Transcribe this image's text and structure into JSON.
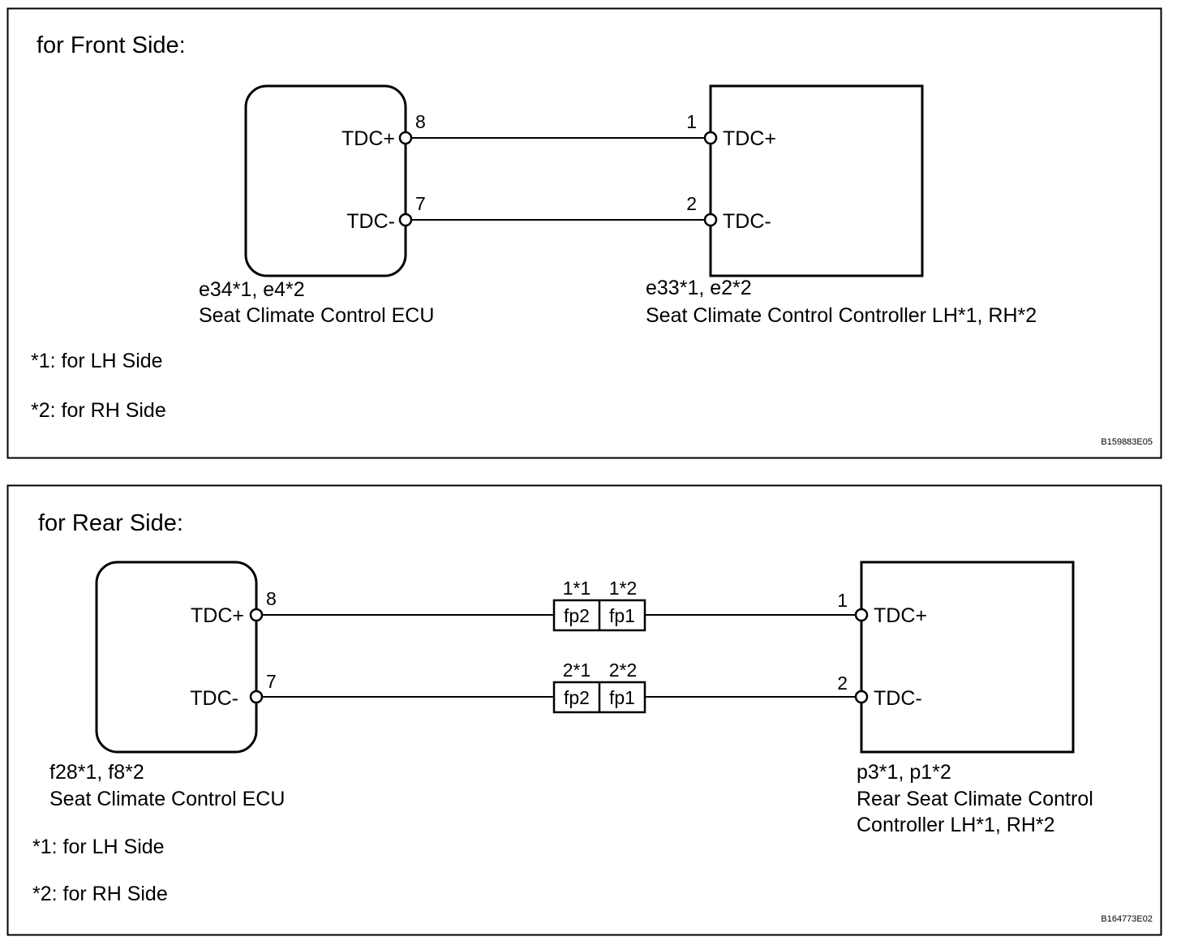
{
  "front": {
    "heading": "for Front Side:",
    "ecu": {
      "pin_plus": "TDC+",
      "pin_minus": "TDC-",
      "pin_plus_no": "8",
      "pin_minus_no": "7",
      "ref": "e34*1, e4*2",
      "name": "Seat Climate Control ECU"
    },
    "controller": {
      "pin_plus": "TDC+",
      "pin_minus": "TDC-",
      "pin_plus_no": "1",
      "pin_minus_no": "2",
      "ref": "e33*1, e2*2",
      "name": "Seat Climate Control Controller LH*1, RH*2"
    },
    "note1": "*1: for LH Side",
    "note2": "*2: for RH Side",
    "code": "B159883E05"
  },
  "rear": {
    "heading": "for Rear Side:",
    "ecu": {
      "pin_plus": "TDC+",
      "pin_minus": "TDC-",
      "pin_plus_no": "8",
      "pin_minus_no": "7",
      "ref": "f28*1, f8*2",
      "name": "Seat Climate Control ECU"
    },
    "connector": {
      "top_pin_1": "1*1",
      "top_pin_2": "1*2",
      "bottom_pin_1": "2*1",
      "bottom_pin_2": "2*2",
      "box_left": "fp2",
      "box_right": "fp1"
    },
    "controller": {
      "pin_plus": "TDC+",
      "pin_minus": "TDC-",
      "pin_plus_no": "1",
      "pin_minus_no": "2",
      "ref": "p3*1, p1*2",
      "name_line1": "Rear Seat Climate Control",
      "name_line2": "Controller LH*1, RH*2"
    },
    "note1": "*1: for LH Side",
    "note2": "*2: for RH Side",
    "code": "B164773E02"
  }
}
